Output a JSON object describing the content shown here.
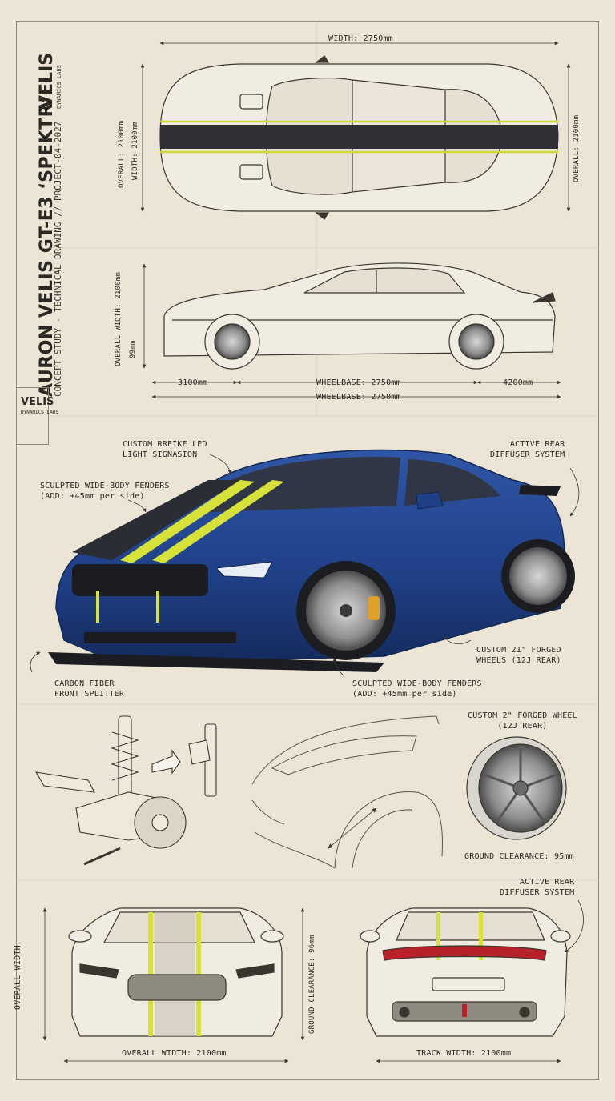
{
  "title_block": {
    "main_title": "AURON VELIS GT-E3 ‘SPEKTR’",
    "subtitle": "CONCEPT STUDY - TECHNICAL DRAWING // PROJECT-04-2027",
    "brand": "VELIS",
    "brand_sub": "DYNAMICS LABS",
    "logo_name": "VELIS",
    "logo_sub": "DYNAMICS LABS"
  },
  "top_view": {
    "width_dim": "WIDTH: 2750mm",
    "left_dim_1": "OVERALL: 2100mm",
    "left_dim_2": "WIDTH: 2100mm",
    "right_dim": "OVERALL: 2100mm"
  },
  "side_view": {
    "height_dim": "OVERALL WIDTH: 2100mm",
    "clearance_dim": "99mm",
    "front_overhang": "3100mm",
    "wheelbase_1": "WHEELBASE: 2750mm",
    "rear_overhang": "4200mm",
    "wheelbase_2": "WHEELBASE: 2750mm"
  },
  "callouts": {
    "led": "CUSTOM RREIKE LED\nLIGHT SIGNASION",
    "diffuser": "ACTIVE REAR\nDIFFUSER SYSTEM",
    "fenders_top": "SCULPTED WIDE-BODY FENDERS\n(ADD: +45mm per side)",
    "wheels": "CUSTOM 21\" FORGED\nWHEELS (12J REAR)",
    "splitter": "CARBON FIBER\nFRONT SPLITTER",
    "fenders_bottom": "SCULPTED WIDE-BODY FENDERS\n(ADD: +45mm per side)"
  },
  "detail_views": {
    "wheel_title": "CUSTOM 2\" FORGED WHEEL\n(12J REAR)",
    "ground_clearance": "GROUND CLEARANCE: 95mm"
  },
  "front_view": {
    "left_dim": "OVERALL WIDTH",
    "right_dim": "GROUND CLEARANCE: 96mm",
    "bottom_dim": "OVERALL WIDTH: 2100mm"
  },
  "rear_view": {
    "callout": "ACTIVE REAR\nDIFFUSER SYSTEM",
    "bottom_dim": "TRACK WIDTH: 2100mm"
  },
  "colors": {
    "paper": "#ece5d6",
    "ink": "#2b2824",
    "car_blue": "#1f3f86",
    "stripe_dark": "#2a2d33",
    "stripe_yellow": "#d6e13a",
    "caliper": "#e0a02a",
    "taillight": "#b8202a"
  }
}
